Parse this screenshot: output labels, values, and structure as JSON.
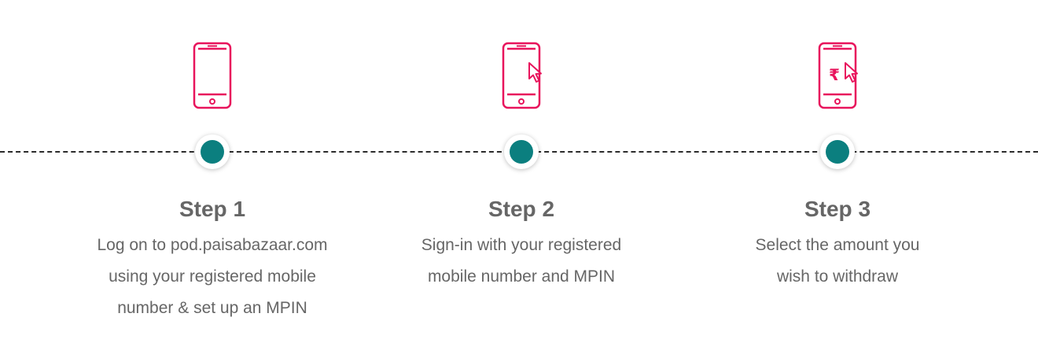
{
  "colors": {
    "accent": "#e8145c",
    "dot": "#0b7f7f",
    "text": "#666666",
    "line": "#2b2b2b"
  },
  "steps": [
    {
      "icon": "mobile-phone-icon",
      "title": "Step 1",
      "lines": [
        "Log on to pod.paisabazaar.com",
        "using your registered mobile",
        "number & set up an MPIN"
      ]
    },
    {
      "icon": "mobile-phone-cursor-icon",
      "title": "Step 2",
      "lines": [
        "Sign-in with your registered",
        "mobile number and MPIN"
      ]
    },
    {
      "icon": "mobile-phone-rupee-cursor-icon",
      "title": "Step 3",
      "lines": [
        "Select the amount you",
        "wish to withdraw"
      ],
      "symbol": "₹"
    }
  ]
}
